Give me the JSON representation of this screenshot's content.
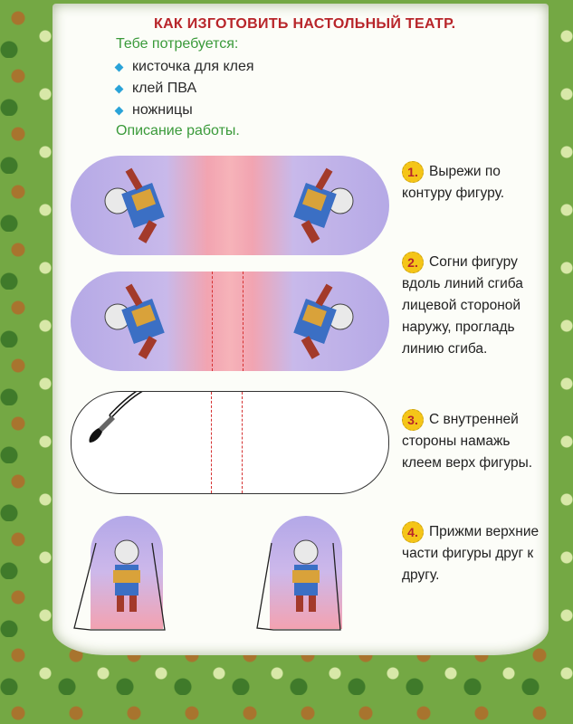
{
  "page": {
    "title": "КАК ИЗГОТОВИТЬ НАСТОЛЬНЫЙ ТЕАТР.",
    "needs_label": "Тебе потребуется:",
    "materials": [
      "кисточка для клея",
      "клей ПВА",
      "ножницы"
    ],
    "description_label": "Описание работы."
  },
  "steps": [
    {
      "number": "1.",
      "text": "Вырежи по контуру фигуру."
    },
    {
      "number": "2.",
      "text": "Согни фигуру вдоль линий сгиба лицевой стороной наружу, прогладь линию сгиба."
    },
    {
      "number": "3.",
      "text": "С внутренней стороны намажь клеем верх фигуры."
    },
    {
      "number": "4.",
      "text": "Прижми верхние части фигуры друг к другу."
    }
  ],
  "colors": {
    "title": "#b8252a",
    "label_green": "#3a9a3a",
    "bullet": "#2aa3d8",
    "badge": "#f5c518",
    "fold_line": "#d53030"
  },
  "icons": [
    "brush-icon",
    "cat-figure-icon"
  ]
}
